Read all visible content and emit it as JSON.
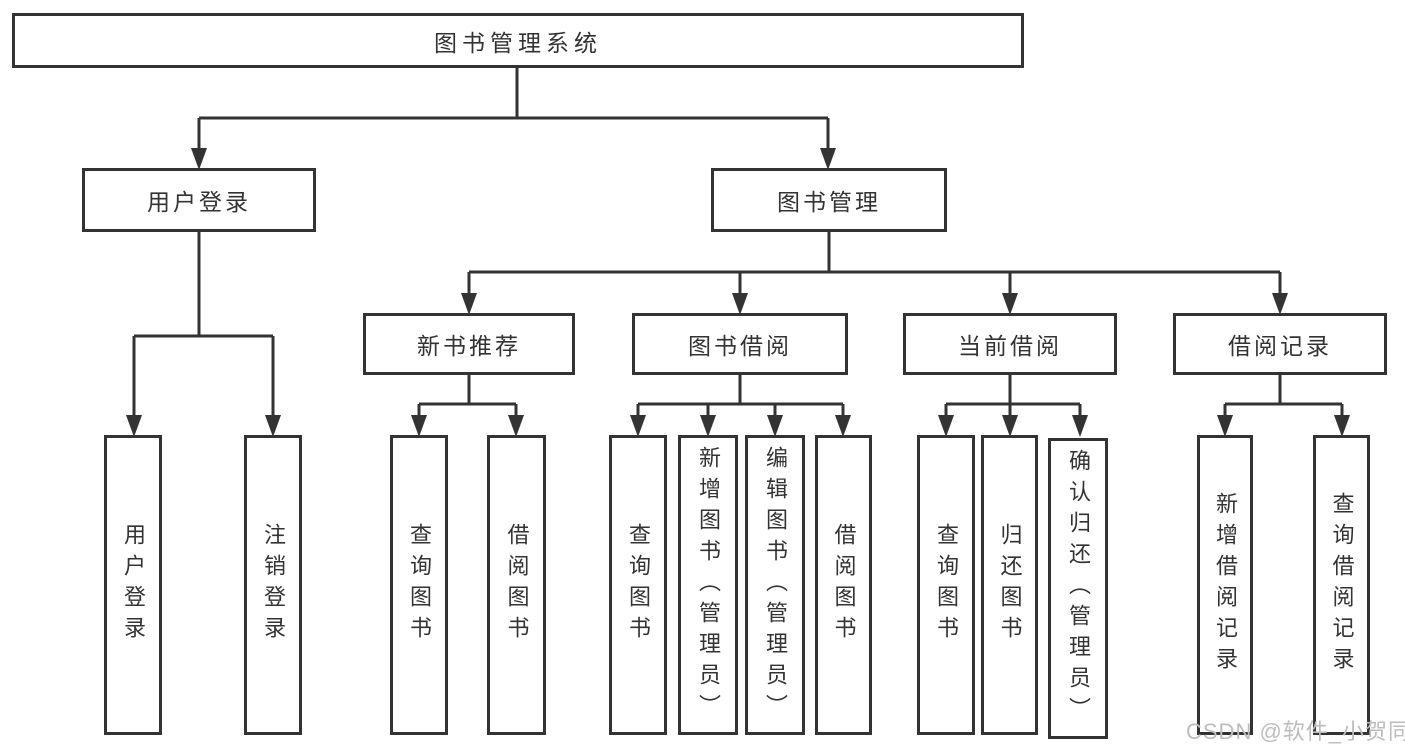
{
  "diagram": {
    "title_node": {
      "label": "图书管理系统"
    },
    "level2": [
      {
        "label": "用户登录"
      },
      {
        "label": "图书管理"
      }
    ],
    "level3": [
      {
        "label": "新书推荐"
      },
      {
        "label": "图书借阅"
      },
      {
        "label": "当前借阅"
      },
      {
        "label": "借阅记录"
      }
    ],
    "leaves": [
      {
        "label": "用户登录"
      },
      {
        "label": "注销登录"
      },
      {
        "label": "查询图书"
      },
      {
        "label": "借阅图书"
      },
      {
        "label": "查询图书"
      },
      {
        "label": "新增图书（管理员）"
      },
      {
        "label": "编辑图书（管理员）"
      },
      {
        "label": "借阅图书"
      },
      {
        "label": "查询图书"
      },
      {
        "label": "归还图书"
      },
      {
        "label": "确认归还（管理员）"
      },
      {
        "label": "新增借阅记录"
      },
      {
        "label": "查询借阅记录"
      }
    ],
    "colors": {
      "line": "#333333",
      "text": "#333333",
      "background": "#ffffff",
      "watermark": "#bdbdbd"
    }
  },
  "watermark": {
    "text": "CSDN @软件_小贺同学"
  }
}
